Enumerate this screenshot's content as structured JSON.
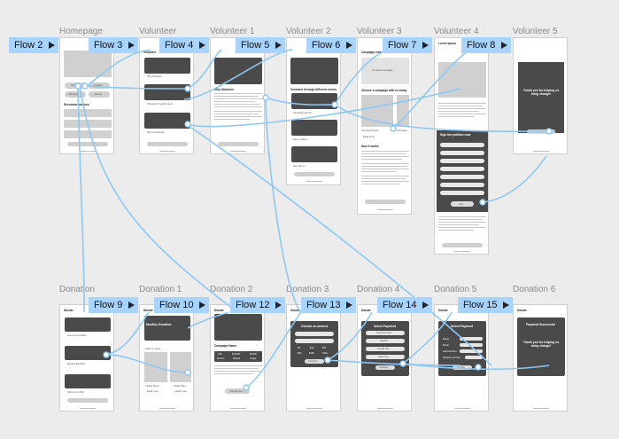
{
  "frames": [
    {
      "id": "homepage",
      "label": "Homepage"
    },
    {
      "id": "volunteer",
      "label": "Volunteer"
    },
    {
      "id": "volunteer1",
      "label": "Volunteer 1"
    },
    {
      "id": "volunteer2",
      "label": "Volunteer 2"
    },
    {
      "id": "volunteer3",
      "label": "Volunteer 3"
    },
    {
      "id": "volunteer4",
      "label": "Volunteer 4"
    },
    {
      "id": "volunteer5",
      "label": "Volunteer 5"
    },
    {
      "id": "donation",
      "label": "Donation"
    },
    {
      "id": "donation1",
      "label": "Donation 1"
    },
    {
      "id": "donation2",
      "label": "Donation 2"
    },
    {
      "id": "donation3",
      "label": "Donation 3"
    },
    {
      "id": "donation4",
      "label": "Donation 4"
    },
    {
      "id": "donation5",
      "label": "Donation 5"
    },
    {
      "id": "donation6",
      "label": "Donation 6"
    }
  ],
  "flows": [
    "Flow 2",
    "Flow 3",
    "Flow 4",
    "Flow 5",
    "Flow 6",
    "Flow 7",
    "Flow 8",
    "Flow 9",
    "Flow 10",
    "Flow 12",
    "Flow 13",
    "Flow 14",
    "Flow 15"
  ],
  "colors": {
    "canvas": "#ececec",
    "flow_tag": "#a6d4ff",
    "connector": "#8cc8f5",
    "dark_panel": "#4a4a4a"
  },
  "screens": {
    "homepage": {
      "btn1": "Donate",
      "btn2": "Projects",
      "btn3": "Volunteer",
      "btn4": "Events",
      "section": "Recommendations"
    },
    "volunteer": {
      "title": "Volunteer",
      "item1": "Why Volunteer",
      "item2": "Volunteer through events",
      "item3": "Start a fundraiser"
    },
    "volunteer1": {
      "title": "Why Volunteer"
    },
    "volunteer2": {
      "title": "Volunteer through different events",
      "item1": "Campaign with us",
      "item2": "Sign a petition",
      "item3": "Run with us"
    },
    "volunteer3": {
      "title": "Campaign with us",
      "banner": "Our latest campaign....",
      "heading": "Choose a campaign with us today",
      "card1": "Campaign Name",
      "card2": "Campaign",
      "read": "Read more",
      "section": "How it works"
    },
    "volunteer4": {
      "title": "Lorem Ipsum",
      "form_title": "Sign the petition now",
      "submit": "Sign"
    },
    "volunteer5": {
      "thanks": "Thank you for helping us bring change!"
    },
    "donation": {
      "title": "Donate",
      "item1": "One-time Donation",
      "item2": "Monthly Donation",
      "item3": "Sponsor a Child"
    },
    "donation1": {
      "title": "Donate",
      "item1": "Monthly Donation",
      "item2": "Select a cause",
      "card1": "Charity Name",
      "card2": "Charity Nam",
      "read": "Read more"
    },
    "donation2": {
      "title": "Donate",
      "campaign": "Campaign Name",
      "stat1": "240",
      "stat2": "$70,000",
      "stat3": "$5,000",
      "l1": "Donors",
      "l2": "Raised",
      "l3": "Target",
      "btn": "Donate now"
    },
    "donation3": {
      "title": "Donate",
      "heading": "Choose an amount",
      "a1": "$5",
      "a2": "$10",
      "a3": "$25",
      "a4": "$50",
      "a5": "$100",
      "a6": "Other",
      "btn": "Continue"
    },
    "donation4": {
      "title": "Donate",
      "heading": "Select Payment",
      "o1": "Payment Card",
      "o2": "PayPal",
      "o3": "Google Pay",
      "o4": "Apple Pay",
      "btn": "Continue"
    },
    "donation5": {
      "title": "Donate",
      "heading": "Select Payment",
      "f1": "Name",
      "f2": "Email",
      "f3": "Card Number",
      "f4": "Donation Amount",
      "btn": "Confirm"
    },
    "donation6": {
      "title": "Donate",
      "heading": "Payment Successful",
      "thanks": "Thank you for helping us bring change!"
    }
  }
}
